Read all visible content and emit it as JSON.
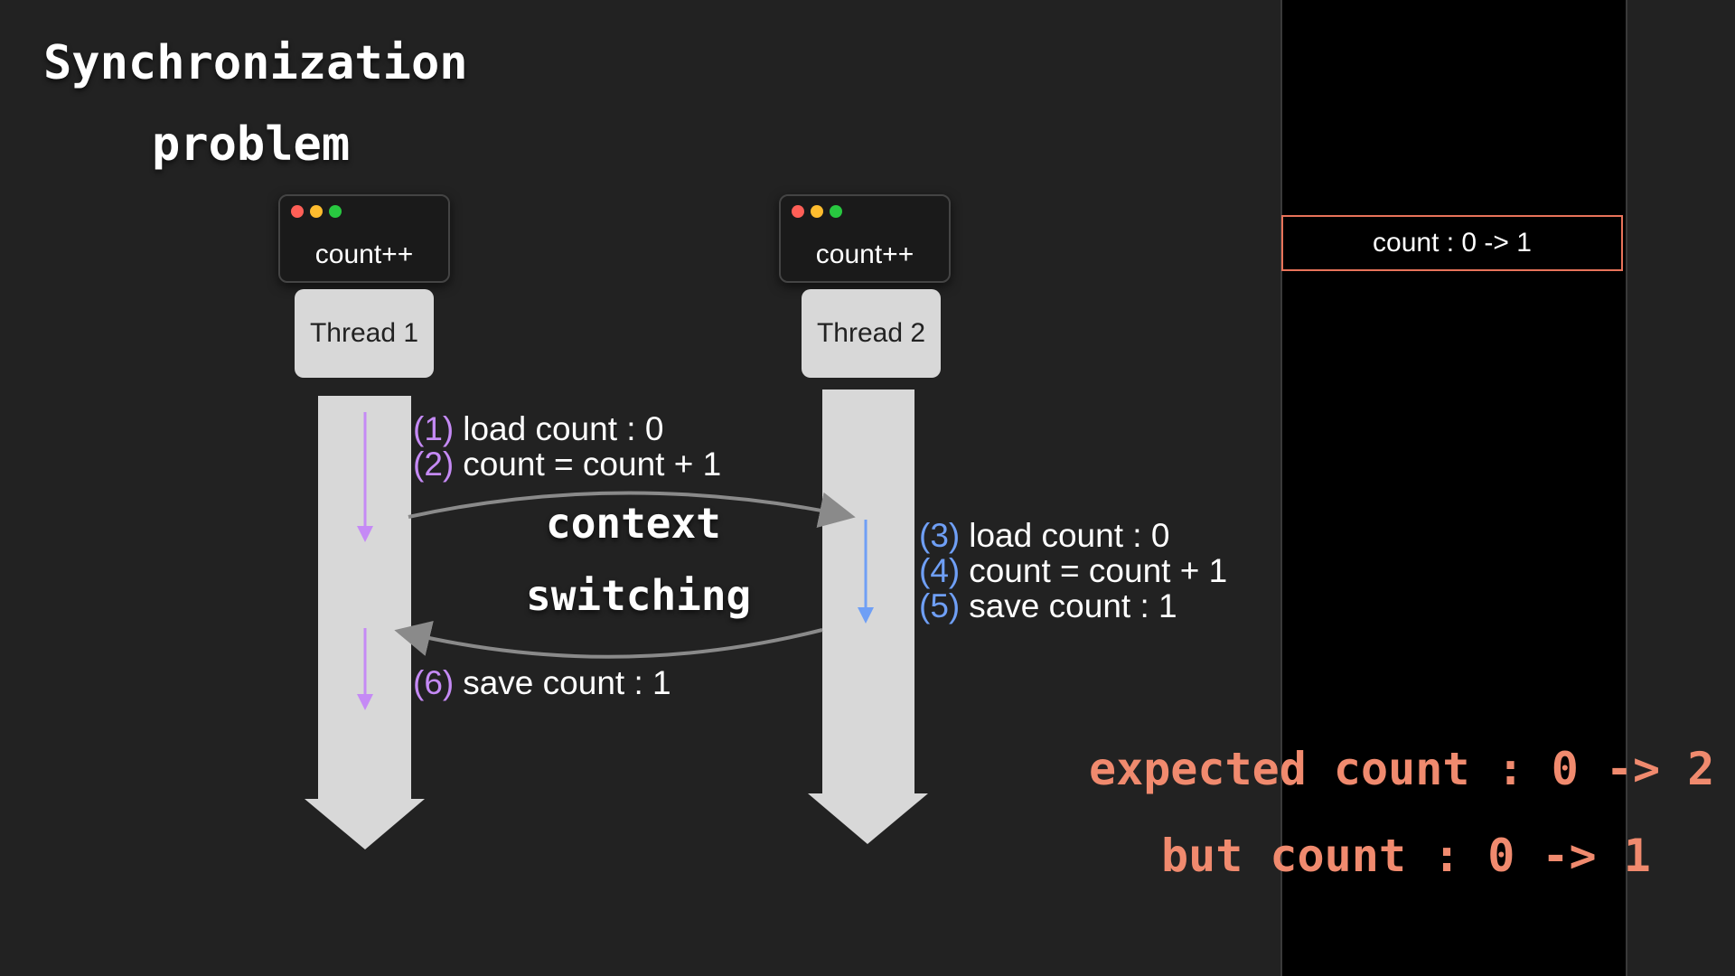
{
  "title": {
    "line1": "Synchronization",
    "line2": "problem"
  },
  "threads": [
    {
      "label": "Thread 1",
      "code": "count++"
    },
    {
      "label": "Thread 2",
      "code": "count++"
    }
  ],
  "steps": [
    {
      "num": "(1)",
      "text": "load count : 0",
      "thread": 1
    },
    {
      "num": "(2)",
      "text": "count = count + 1",
      "thread": 1
    },
    {
      "num": "(3)",
      "text": "load count : 0",
      "thread": 2
    },
    {
      "num": "(4)",
      "text": "count = count + 1",
      "thread": 2
    },
    {
      "num": "(5)",
      "text": "save count : 1",
      "thread": 2
    },
    {
      "num": "(6)",
      "text": "save count : 1",
      "thread": 1
    }
  ],
  "context_switch": {
    "line1": "context",
    "line2": "switching"
  },
  "memory": {
    "cell": "count : 0 -> 1"
  },
  "result": {
    "expected": "expected count : 0 -> 2",
    "actual": "but count : 0 -> 1"
  },
  "colors": {
    "background": "#222222",
    "memory_panel": "#000000",
    "memory_cell_border": "#e8735a",
    "thread_bar": "#d8d8d8",
    "thread1_accent": "#c58af5",
    "thread2_accent": "#6f9ff5",
    "switch_arrow": "#8a8a8a",
    "result_text": "#f08a6e"
  },
  "icons": {
    "window_controls": [
      "red-dot-icon",
      "yellow-dot-icon",
      "green-dot-icon"
    ]
  }
}
